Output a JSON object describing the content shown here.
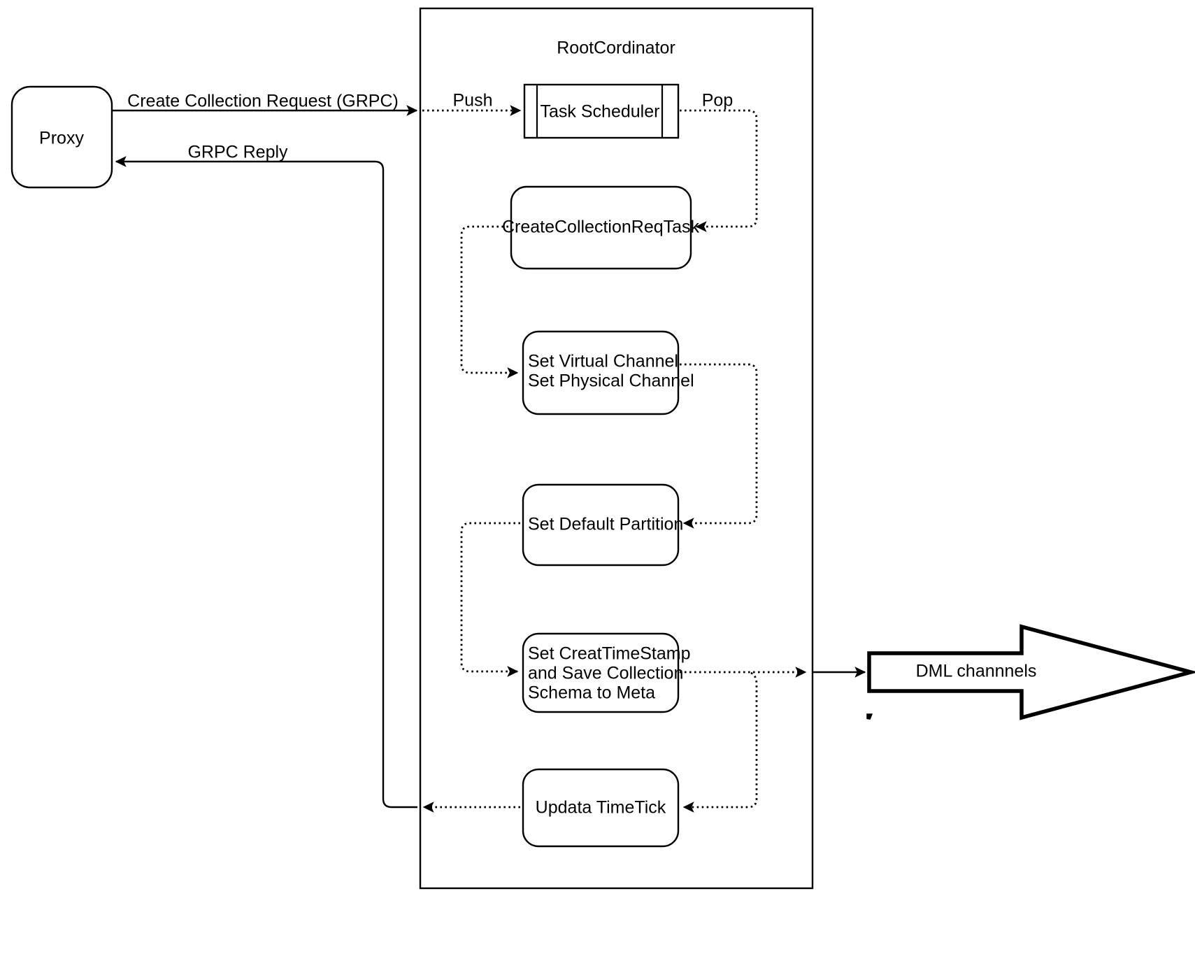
{
  "diagram": {
    "title": "RootCordinator create collection flow",
    "accent_color": "#000000",
    "background_color": "#ffffff"
  },
  "nodes": {
    "proxy": {
      "label": "Proxy"
    },
    "root_coordinator": {
      "label": "RootCordinator"
    },
    "task_scheduler": {
      "label": "Task Scheduler"
    },
    "create_collection_req_task": {
      "label": "CreateCollectionReqTask"
    },
    "set_channels": {
      "line1": "Set Virtual Channel",
      "line2": "Set Physical Channel"
    },
    "set_default_partition": {
      "label": "Set Default Partition"
    },
    "set_timestamp": {
      "line1": "Set CreatTimeStamp",
      "line2": "and Save Collection",
      "line3": "Schema to Meta"
    },
    "update_timetick": {
      "label": "Updata TimeTick"
    },
    "dml_channels": {
      "label": "DML channnels"
    }
  },
  "edge_labels": {
    "create_collection_request": "Create Collection Request (GRPC)",
    "grpc_reply": "GRPC Reply",
    "push": "Push",
    "pop": "Pop"
  }
}
